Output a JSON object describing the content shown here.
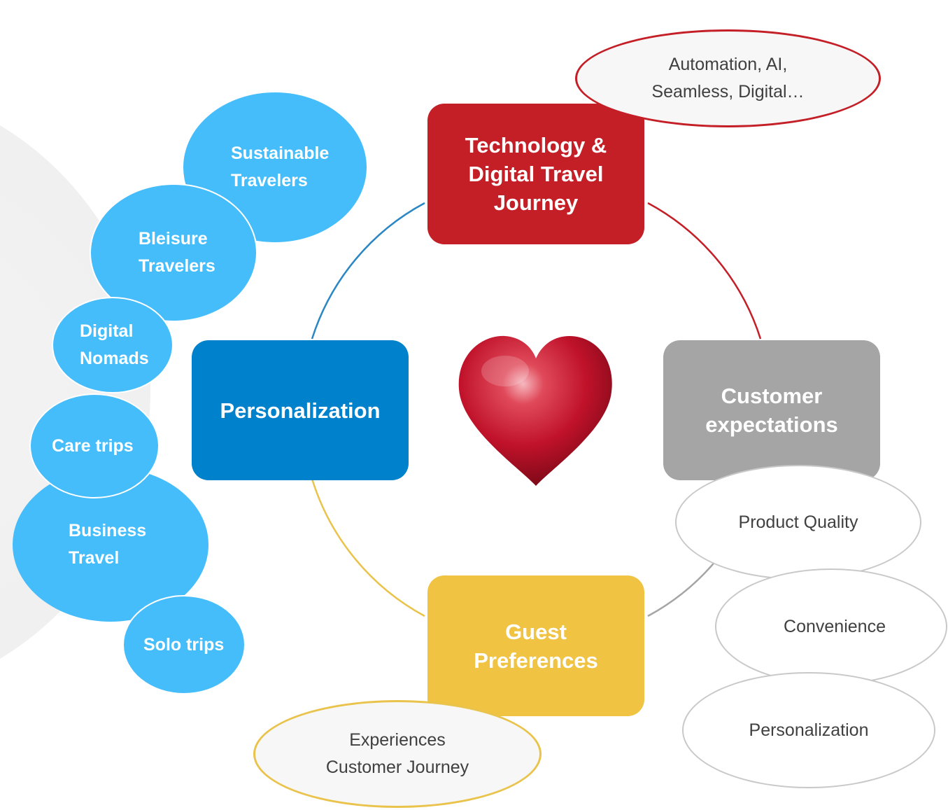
{
  "colors": {
    "technology": "#c41e26",
    "customer": "#a5a5a5",
    "guest": "#f0c343",
    "personalization": "#0081cb",
    "bubble": "#46bdfb",
    "outline_red": "#c41e26",
    "outline_gold": "#e9c34b",
    "outline_grey": "#c8c8c8",
    "heart": "#c0122a",
    "connector_blue": "#2a86c4",
    "connector_red": "#c41e26",
    "connector_grey": "#a5a5a5",
    "connector_gold": "#e9c34b"
  },
  "center": {
    "icon": "heart-icon"
  },
  "nodes": {
    "technology": "Technology &\nDigital Travel\nJourney",
    "customer": "Customer\nexpectations",
    "guest": "Guest\nPreferences",
    "personalization": "Personalization"
  },
  "callouts": {
    "technology": "Automation, AI,\nSeamless, Digital…",
    "guest": "Experiences\nCustomer Journey",
    "customer": [
      "Product Quality",
      "Convenience",
      "Personalization"
    ]
  },
  "segments": [
    "Sustainable\nTravelers",
    "Bleisure\nTravelers",
    "Digital\nNomads",
    "Care trips",
    "Business\nTravel",
    "Solo trips"
  ]
}
